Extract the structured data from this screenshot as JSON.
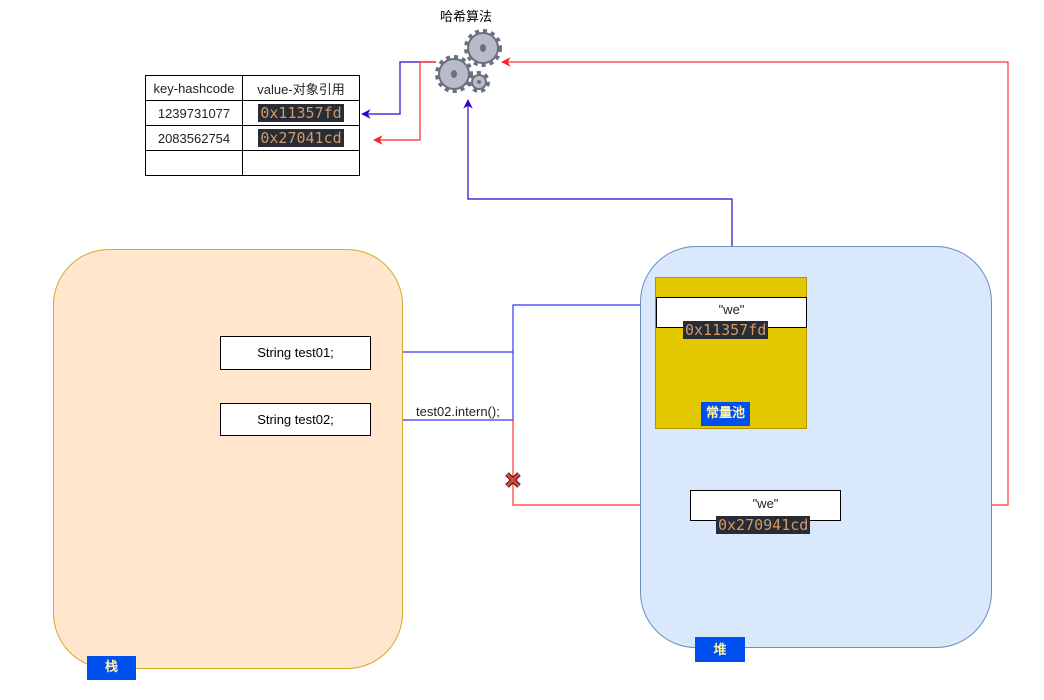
{
  "hash_algorithm": {
    "label": "哈希算法",
    "icon": "gears-icon"
  },
  "hash_table": {
    "headers": [
      "key-hashcode",
      "value-对象引用"
    ],
    "rows": [
      {
        "key": "1239731077",
        "value": "0x11357fd"
      },
      {
        "key": "2083562754",
        "value": "0x27041cd"
      },
      {
        "key": "",
        "value": ""
      }
    ]
  },
  "stack": {
    "label": "栈",
    "variables": [
      "String test01;",
      "String test02;"
    ]
  },
  "heap": {
    "label": "堆",
    "constant_pool": {
      "label": "常量池",
      "string_value": "\"we\"",
      "address": "0x11357fd"
    },
    "object": {
      "string_value": "\"we\"",
      "address": "0x270941cd"
    }
  },
  "edge_labels": {
    "intern_call": "test02.intern();"
  },
  "colors": {
    "blue_edge": "#3333ff",
    "purple_edge": "#3300cc",
    "red_edge": "#ff3333"
  }
}
